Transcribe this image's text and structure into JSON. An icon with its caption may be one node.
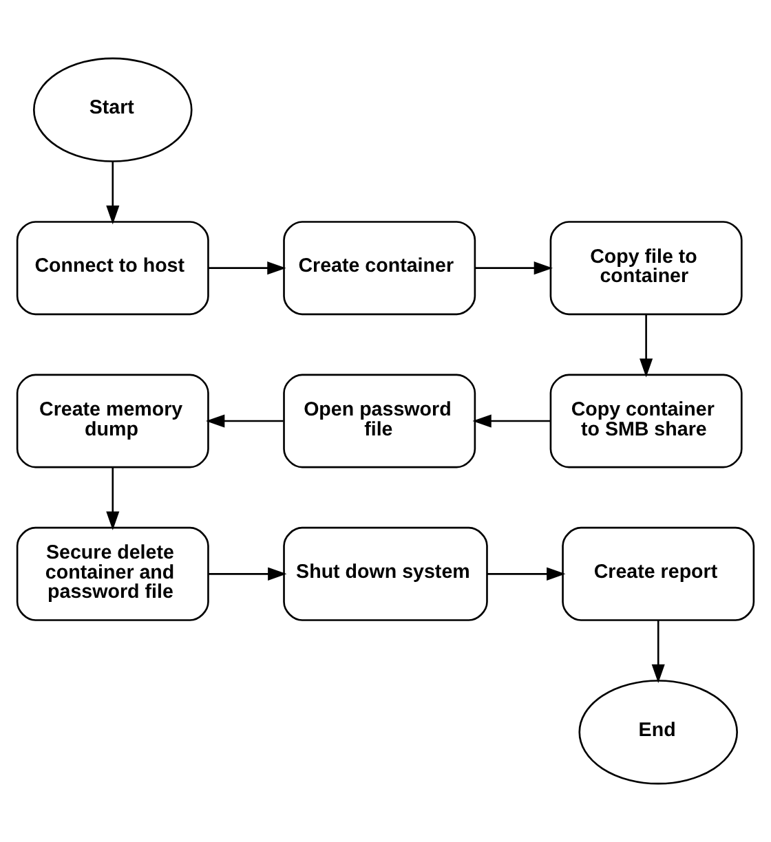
{
  "diagram": {
    "nodes": [
      {
        "text": [
          "Start"
        ]
      },
      {
        "text": [
          "Connect to host"
        ]
      },
      {
        "text": [
          "Create container"
        ]
      },
      {
        "text": [
          "Copy file to container"
        ]
      },
      {
        "text": [
          "Create memory dump"
        ]
      },
      {
        "text": [
          "Open password file"
        ]
      },
      {
        "text": [
          "Copy container to SMB share"
        ]
      },
      {
        "text": [
          "Secure delete container and password file"
        ]
      },
      {
        "text": [
          "Shut down system"
        ]
      },
      {
        "text": [
          "Create report"
        ]
      },
      {
        "text": [
          "End"
        ]
      }
    ],
    "edges": [
      {
        "from": 0,
        "to": 1,
        "arrow": "to"
      },
      {
        "from": 1,
        "to": 2,
        "arrow": "to"
      },
      {
        "from": 2,
        "to": 3,
        "arrow": "to"
      },
      {
        "from": 3,
        "to": 6,
        "arrow": "to"
      },
      {
        "from": 6,
        "to": 5,
        "arrow": "to"
      },
      {
        "from": 5,
        "to": 4,
        "arrow": "to"
      },
      {
        "from": 4,
        "to": 7,
        "arrow": "to"
      },
      {
        "from": 7,
        "to": 8,
        "arrow": "to"
      },
      {
        "from": 8,
        "to": 9,
        "arrow": "to"
      },
      {
        "from": 9,
        "to": 10,
        "arrow": "to"
      }
    ]
  }
}
